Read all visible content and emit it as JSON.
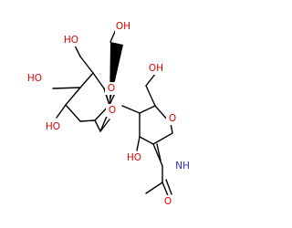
{
  "molecule": {
    "atom_labels": {
      "ch2oh_sugar_top": "OH",
      "oh_sugar_4": "HO",
      "oh_sugar_3": "HO",
      "oh_sugar_2": "HO",
      "ring_o_sugar": "O",
      "glycosidic_o": "O",
      "ch2oh_glycal": "OH",
      "ring_o_glycal": "O",
      "oh_glycal": "HO",
      "nh": "NH",
      "carbonyl_o": "O"
    },
    "colors": {
      "bond": "#000000",
      "oxygen": "#e00000",
      "nitrogen": "#2b2bd6"
    }
  }
}
